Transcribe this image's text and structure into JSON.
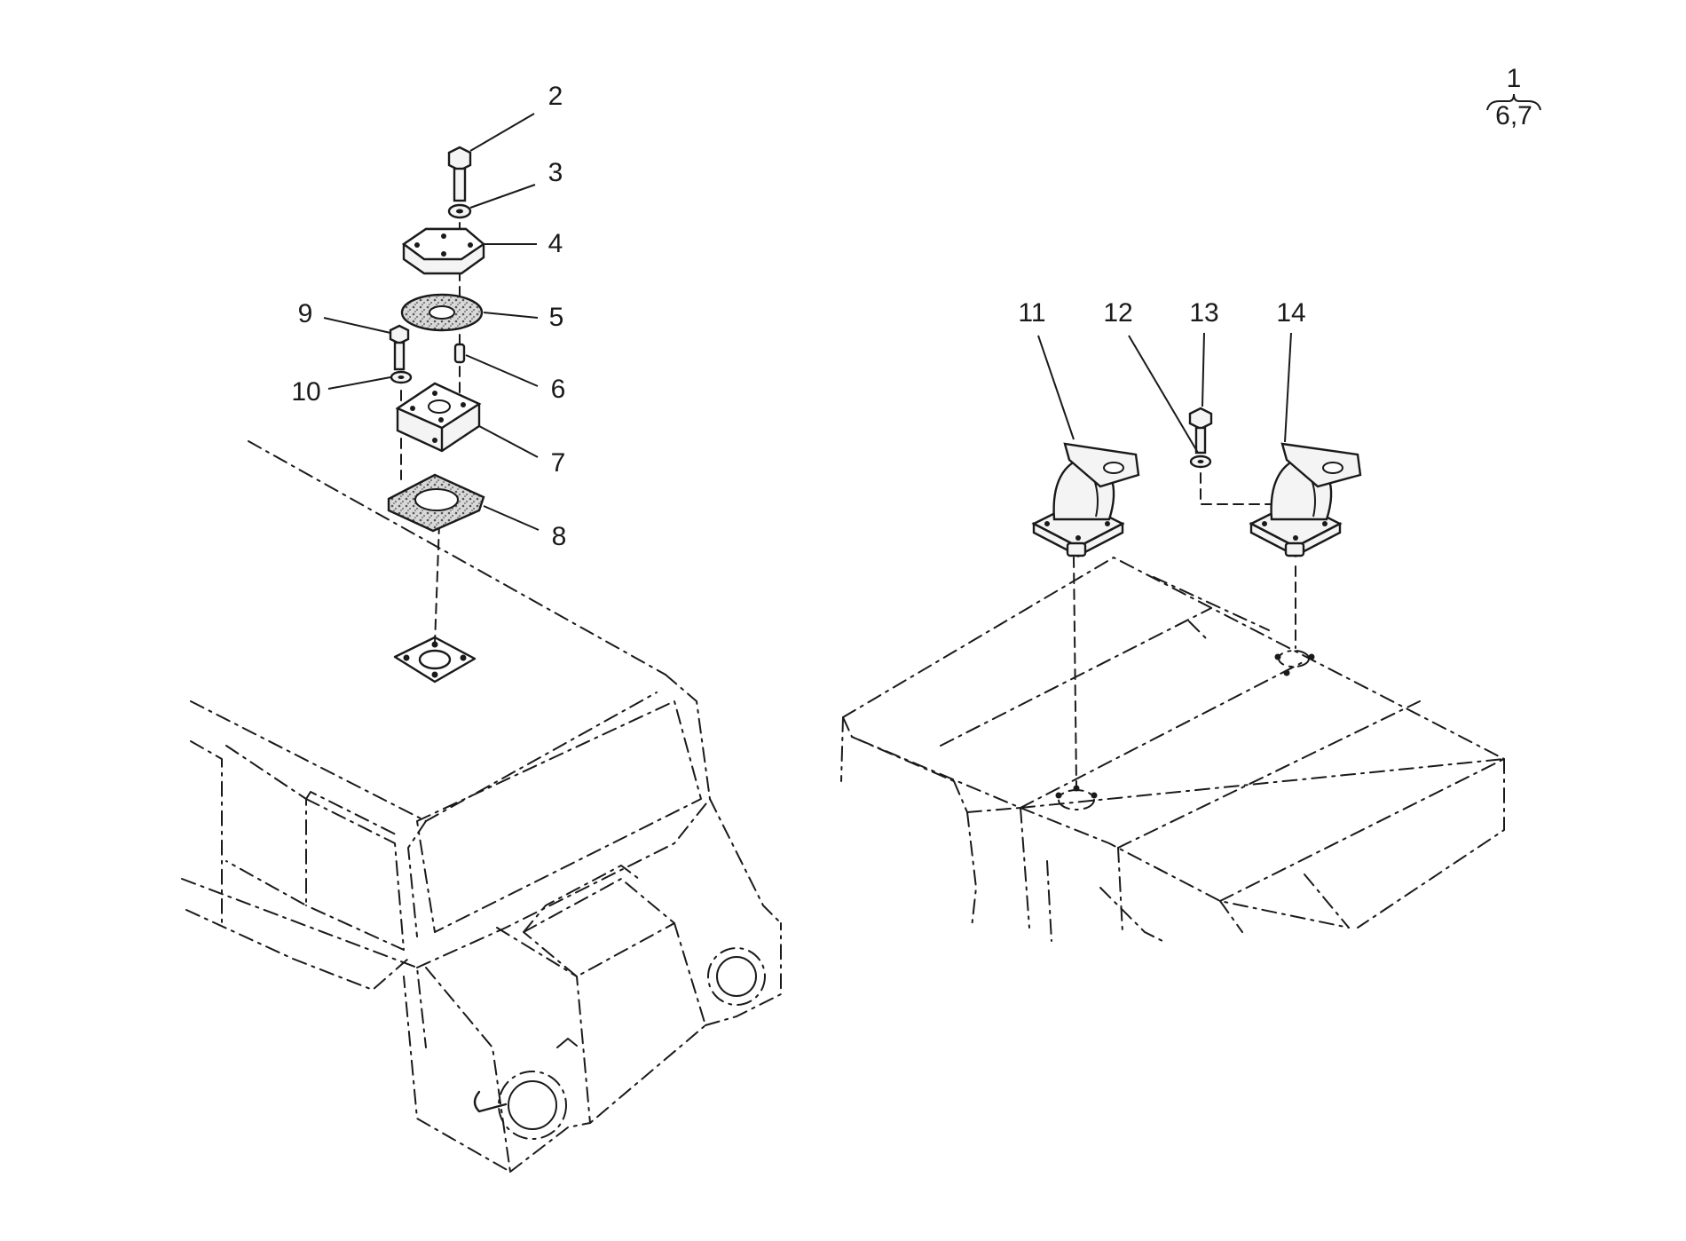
{
  "callouts": {
    "c1": "1",
    "c1_sub": "6,7",
    "c2": "2",
    "c3": "3",
    "c4": "4",
    "c5": "5",
    "c6": "6",
    "c7": "7",
    "c8": "8",
    "c9": "9",
    "c10": "10",
    "c11": "11",
    "c12": "12",
    "c13": "13",
    "c14": "14"
  },
  "colors": {
    "ink": "#1a1a1a",
    "paper": "#ffffff"
  }
}
